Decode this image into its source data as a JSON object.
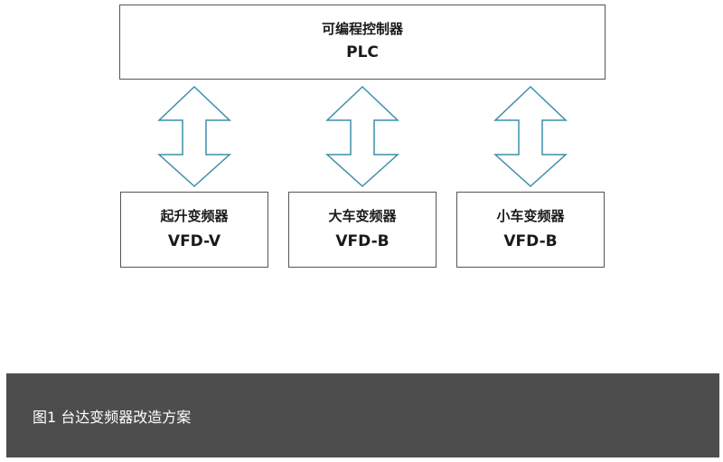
{
  "controller": {
    "title_cn": "可编程控制器",
    "title_en": "PLC"
  },
  "drives": [
    {
      "title_cn": "起升变频器",
      "title_en": "VFD-V"
    },
    {
      "title_cn": "大车变频器",
      "title_en": "VFD-B"
    },
    {
      "title_cn": "小车变频器",
      "title_en": "VFD-B"
    }
  ],
  "arrow_color": "#3d8fa8",
  "caption": "图1 台达变频器改造方案"
}
